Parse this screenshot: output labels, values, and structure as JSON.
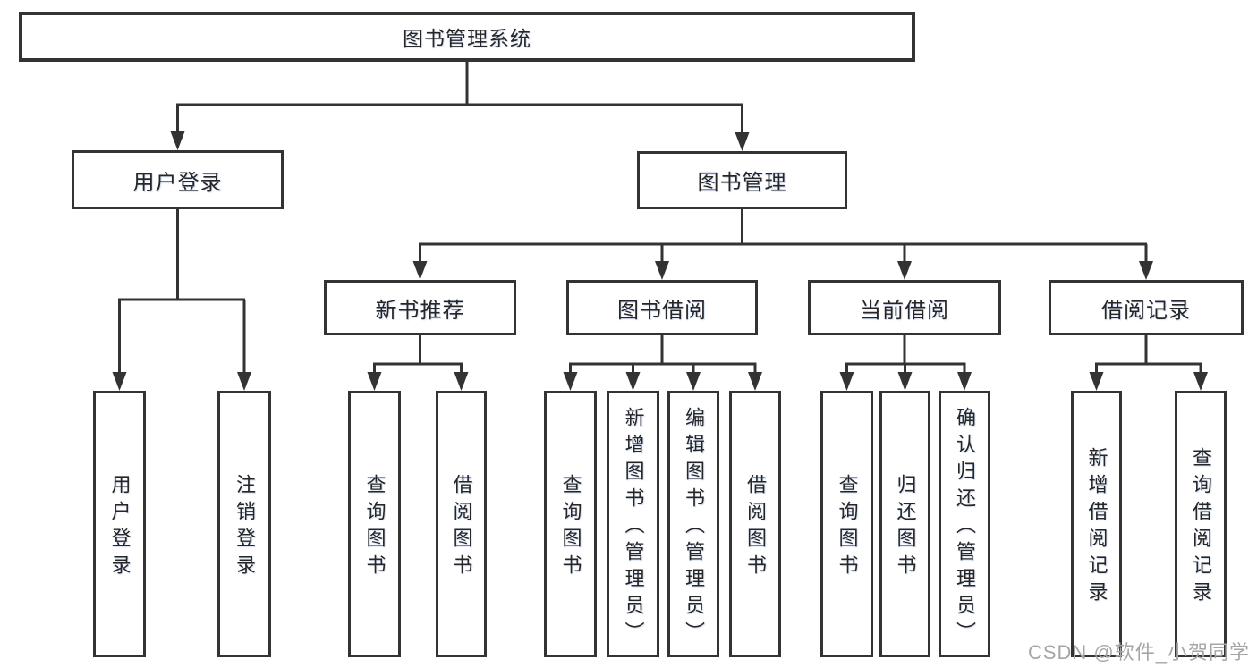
{
  "tree": {
    "label": "图书管理系统",
    "children": [
      {
        "label": "用户登录",
        "children": [
          {
            "label": "用户登录"
          },
          {
            "label": "注销登录"
          }
        ]
      },
      {
        "label": "图书管理",
        "children": [
          {
            "label": "新书推荐",
            "children": [
              {
                "label": "查询图书"
              },
              {
                "label": "借阅图书"
              }
            ]
          },
          {
            "label": "图书借阅",
            "children": [
              {
                "label": "查询图书"
              },
              {
                "label": "新增图书（管理员）"
              },
              {
                "label": "编辑图书（管理员）"
              },
              {
                "label": "借阅图书"
              }
            ]
          },
          {
            "label": "当前借阅",
            "children": [
              {
                "label": "查询图书"
              },
              {
                "label": "归还图书"
              },
              {
                "label": "确认归还（管理员）"
              }
            ]
          },
          {
            "label": "借阅记录",
            "children": [
              {
                "label": "新增借阅记录"
              },
              {
                "label": "查询借阅记录"
              }
            ]
          }
        ]
      }
    ]
  },
  "watermark": "CSDN @软件_小贺同学",
  "colors": {
    "line": "#333333",
    "text": "#262626",
    "watermark": "#a6a6a6",
    "background": "#ffffff"
  }
}
